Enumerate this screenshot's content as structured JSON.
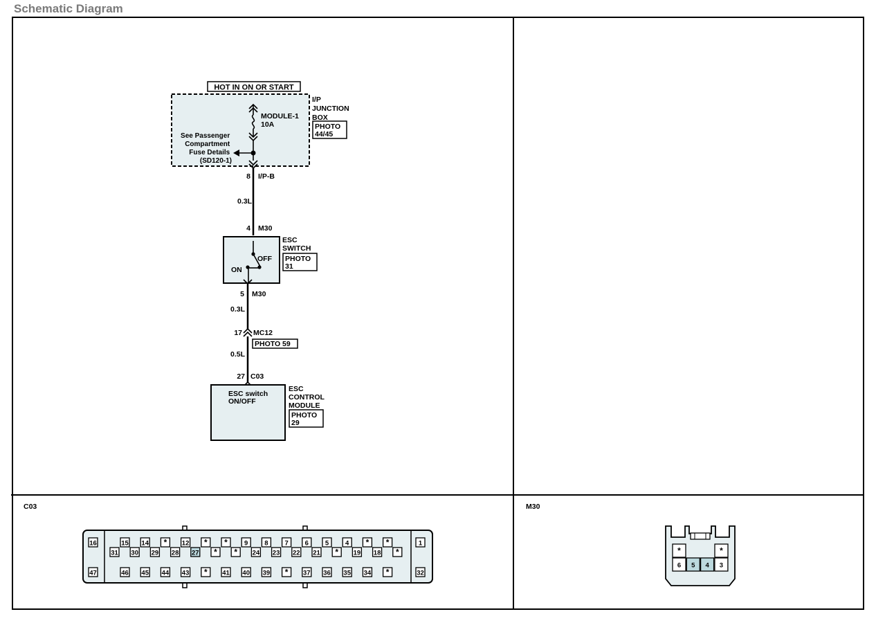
{
  "title": "Schematic Diagram",
  "colors": {
    "box_fill": "#e6eff1",
    "highlight_pin": "#bcd9de",
    "title": "#7a7a7a"
  },
  "schematic": {
    "power_label": "HOT IN ON OR START",
    "junction_box": {
      "name_lines": [
        "I/P",
        "JUNCTION",
        "BOX"
      ],
      "photo_lines": [
        "PHOTO",
        "44/45"
      ],
      "fuse_name": "MODULE-1",
      "fuse_rating": "10A",
      "see_lines": [
        "See Passenger",
        "Compartment",
        "Fuse Details",
        "(SD120-1)"
      ]
    },
    "conn_ipb": {
      "pin": "8",
      "name": "I/P-B"
    },
    "wire1": "0.3L",
    "conn_m30_top": {
      "pin": "4",
      "name": "M30"
    },
    "esc_switch": {
      "name_lines": [
        "ESC",
        "SWITCH"
      ],
      "photo_lines": [
        "PHOTO",
        "31"
      ],
      "off_label": "OFF",
      "on_label": "ON"
    },
    "conn_m30_bottom": {
      "pin": "5",
      "name": "M30"
    },
    "wire2": "0.3L",
    "conn_mc12": {
      "pin": "17",
      "name": "MC12",
      "photo": "PHOTO 59"
    },
    "wire3": "0.5L",
    "conn_c03": {
      "pin": "27",
      "name": "C03"
    },
    "esc_module": {
      "inner_lines": [
        "ESC switch",
        "ON/OFF"
      ],
      "name_lines": [
        "ESC",
        "CONTROL",
        "MODULE"
      ],
      "photo_lines": [
        "PHOTO",
        "29"
      ]
    }
  },
  "c03_connector": {
    "label": "C03",
    "left_top": "16",
    "left_bottom": "47",
    "right_top": "1",
    "right_bottom": "32",
    "row1": [
      "15",
      "14",
      "*",
      "12",
      "*",
      "*",
      "9",
      "8",
      "7",
      "6",
      "5",
      "4",
      "*",
      "*"
    ],
    "row2": [
      "31",
      "30",
      "29",
      "28",
      "27",
      "*",
      "*",
      "24",
      "23",
      "22",
      "21",
      "*",
      "19",
      "18",
      "*"
    ],
    "row3": [
      "46",
      "45",
      "44",
      "43",
      "*",
      "41",
      "40",
      "39",
      "*",
      "37",
      "36",
      "35",
      "34",
      "*"
    ],
    "highlighted": "27"
  },
  "m30_connector": {
    "label": "M30",
    "top_row": [
      "*",
      "*"
    ],
    "bottom_row": [
      "6",
      "5",
      "4",
      "3"
    ],
    "highlighted": [
      "5",
      "4"
    ]
  }
}
